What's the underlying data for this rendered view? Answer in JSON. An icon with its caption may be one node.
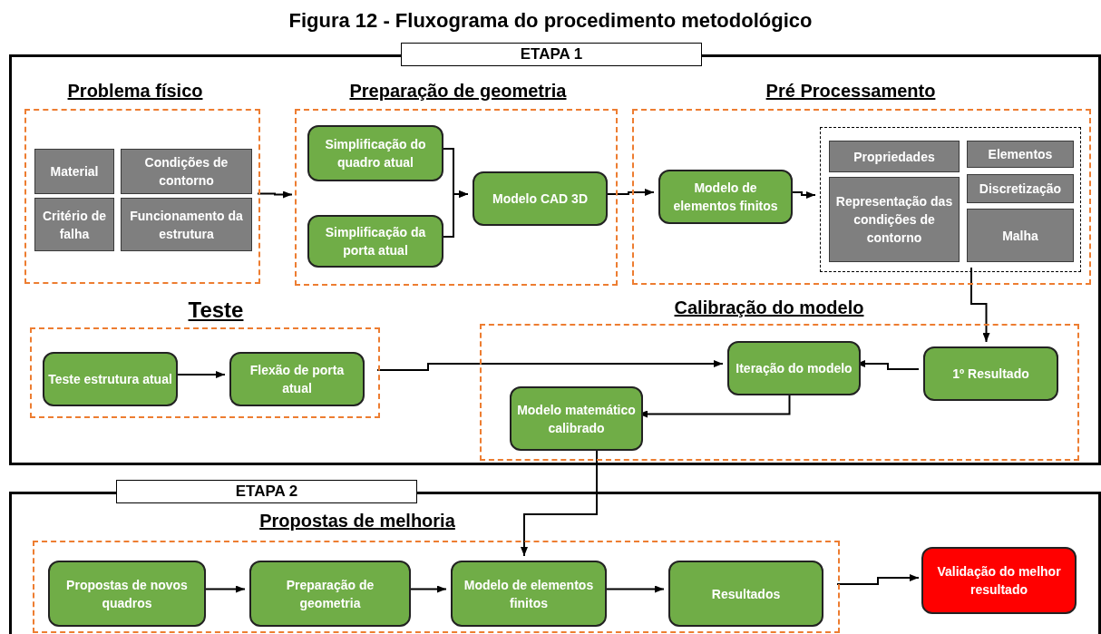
{
  "diagram": {
    "title": "Figura 12 - Fluxograma do procedimento metodológico",
    "nodes": [
      {
        "text": [
          "ETAPA 1"
        ]
      },
      {
        "text": [
          "Problema físico"
        ],
        "in": 0
      },
      {
        "text": [
          "Material"
        ],
        "in": 1
      },
      {
        "text": [
          "Condições de contorno"
        ],
        "in": 1
      },
      {
        "text": [
          "Critério de falha"
        ],
        "in": 1
      },
      {
        "text": [
          "Funcionamento da estrutura"
        ],
        "in": 1
      },
      {
        "text": [
          "Preparação de geometria"
        ],
        "in": 0
      },
      {
        "text": [
          "Simplificação do quadro atual"
        ],
        "in": 6
      },
      {
        "text": [
          "Simplificação da porta atual"
        ],
        "in": 6
      },
      {
        "text": [
          "Modelo CAD 3D"
        ],
        "in": 6
      },
      {
        "text": [
          "Pré Processamento"
        ],
        "in": 0
      },
      {
        "text": [
          "Modelo de elementos finitos"
        ],
        "in": 10
      },
      {
        "text": [],
        "shape": "box",
        "in": 10
      },
      {
        "text": [
          "Propriedades"
        ],
        "in": 12
      },
      {
        "text": [
          "Elementos"
        ],
        "in": 12
      },
      {
        "text": [
          "Representação das condições de contorno"
        ],
        "in": 12
      },
      {
        "text": [
          "Discretização"
        ],
        "in": 12
      },
      {
        "text": [
          "Malha"
        ],
        "in": 12
      },
      {
        "text": [
          "Teste"
        ],
        "in": 0
      },
      {
        "text": [
          "Teste estrutura atual"
        ],
        "in": 18
      },
      {
        "text": [
          "Flexão de porta atual"
        ],
        "in": 18
      },
      {
        "text": [
          "Calibração do modelo"
        ],
        "in": 0
      },
      {
        "text": [
          "Iteração do modelo"
        ],
        "in": 21
      },
      {
        "text": [
          "1º Resultado"
        ],
        "in": 21
      },
      {
        "text": [
          "Modelo matemático calibrado"
        ],
        "in": 21
      },
      {
        "text": [
          "ETAPA 2"
        ]
      },
      {
        "text": [
          "Propostas de melhoria"
        ],
        "in": 25
      },
      {
        "text": [
          "Propostas de novos quadros"
        ],
        "in": 26
      },
      {
        "text": [
          "Preparação de geometria"
        ],
        "in": 26
      },
      {
        "text": [
          "Modelo de elementos finitos"
        ],
        "in": 26
      },
      {
        "text": [
          "Resultados"
        ],
        "in": 26
      },
      {
        "text": [
          "Validação do melhor resultado"
        ],
        "in": 25
      }
    ],
    "edges": [
      {
        "from": 1,
        "to": 6,
        "arrow": "to"
      },
      {
        "from": 7,
        "to": 9,
        "arrow": "to"
      },
      {
        "from": 8,
        "to": 9,
        "arrow": "to"
      },
      {
        "from": 9,
        "to": 11,
        "arrow": "to"
      },
      {
        "from": 11,
        "to": 12,
        "arrow": "to"
      },
      {
        "from": 12,
        "to": 23,
        "arrow": "to"
      },
      {
        "from": 23,
        "to": 22,
        "arrow": "to"
      },
      {
        "from": 22,
        "to": 24,
        "arrow": "to"
      },
      {
        "from": 19,
        "to": 20,
        "arrow": "to"
      },
      {
        "from": 18,
        "to": 22,
        "arrow": "to"
      },
      {
        "from": 24,
        "to": 29,
        "arrow": "to"
      },
      {
        "from": 27,
        "to": 28,
        "arrow": "to"
      },
      {
        "from": 28,
        "to": 29,
        "arrow": "to"
      },
      {
        "from": 29,
        "to": 30,
        "arrow": "to"
      },
      {
        "from": 26,
        "to": 31,
        "arrow": "to"
      }
    ]
  }
}
